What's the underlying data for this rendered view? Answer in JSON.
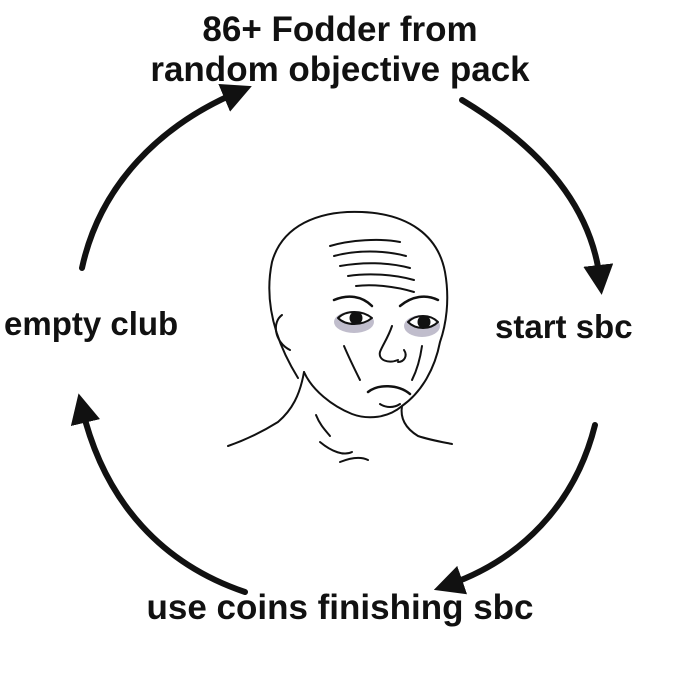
{
  "cycle": {
    "top": [
      "86+ Fodder from",
      "random objective pack"
    ],
    "right": "start sbc",
    "bottom": "use coins finishing sbc",
    "left": "empty club"
  },
  "colors": {
    "ink": "#111111",
    "background": "#ffffff",
    "eye_shadow": "#8c86a3"
  },
  "center_image": "sad-wojak-face"
}
